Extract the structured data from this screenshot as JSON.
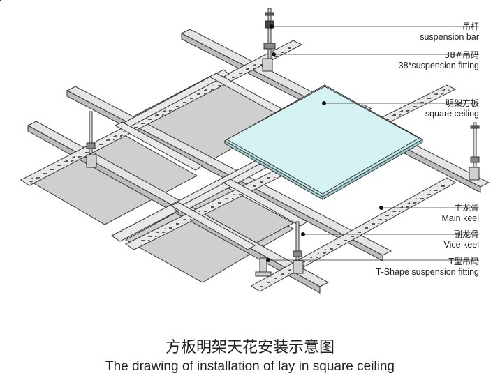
{
  "labels": {
    "suspension_bar": {
      "zh": "吊杆",
      "en": "suspension bar"
    },
    "fitting_38": {
      "zh": "38#吊码",
      "en": "38*suspension fitting"
    },
    "square_ceiling": {
      "zh": "明架方板",
      "en": "square ceiling"
    },
    "main_keel": {
      "zh": "主龙骨",
      "en": "Main keel"
    },
    "vice_keel": {
      "zh": "副龙骨",
      "en": "Vice keel"
    },
    "t_shape_fitting": {
      "zh": "T型吊码",
      "en": "T-Shape suspension fitting"
    }
  },
  "caption": {
    "zh": "方板明架天花安装示意图",
    "en": "The drawing of installation of  lay in square ceiling"
  },
  "colors": {
    "panel_fill": "#cfcfcf",
    "glass_panel_fill": "#d6f3f4",
    "metal_fill": "#e2e2e2",
    "line": "#333333"
  }
}
